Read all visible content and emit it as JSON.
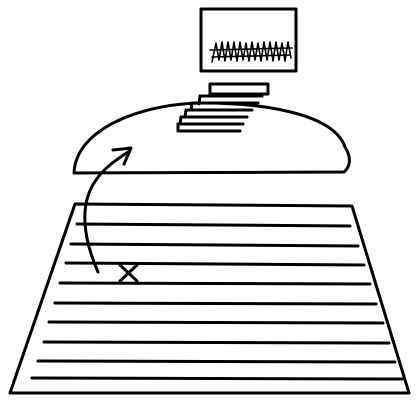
{
  "sketch": {
    "ink_color": "#000000",
    "background_color": "#ffffff",
    "elements": [
      "monitor-icon",
      "document-stack",
      "dome",
      "curved-arrow",
      "x-mark",
      "lined-pad"
    ]
  }
}
